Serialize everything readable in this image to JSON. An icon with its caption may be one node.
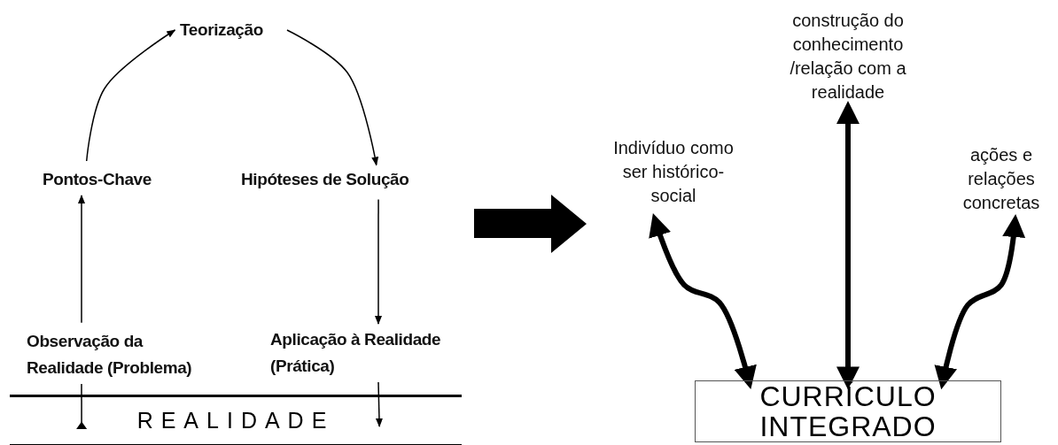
{
  "diagram": {
    "nodes": [
      {
        "text": [
          "Teorização"
        ]
      },
      {
        "text": [
          "Pontos-Chave"
        ]
      },
      {
        "text": [
          "Hipóteses de Solução"
        ]
      },
      {
        "text": [
          "Observação da Realidade (Problema)"
        ]
      },
      {
        "text": [
          "Aplicação à Realidade (Prática)"
        ]
      },
      {
        "text": [
          "REALIDADE"
        ]
      },
      {
        "text": [
          "Indivíduo como ser histórico-social"
        ]
      },
      {
        "text": [
          "construção do conhecimento /relação com a realidade"
        ]
      },
      {
        "text": [
          "ações e relações concretas"
        ]
      },
      {
        "text": [
          "CURRÍCULO INTEGRADO"
        ]
      }
    ],
    "edges": [
      {
        "from": 3,
        "to": 1,
        "arrow": "to"
      },
      {
        "from": 1,
        "to": 0,
        "arrow": "to"
      },
      {
        "from": 0,
        "to": 2,
        "arrow": "to"
      },
      {
        "from": 2,
        "to": 4,
        "arrow": "to"
      },
      {
        "from": 4,
        "to": 5,
        "arrow": "to"
      },
      {
        "from": 3,
        "to": 5,
        "arrow": "other"
      },
      {
        "from": 6,
        "to": 9,
        "arrow": "both",
        "style": "thick"
      },
      {
        "from": 7,
        "to": 9,
        "arrow": "both",
        "style": "thick"
      },
      {
        "from": 8,
        "to": 9,
        "arrow": "both",
        "style": "thick"
      }
    ]
  }
}
